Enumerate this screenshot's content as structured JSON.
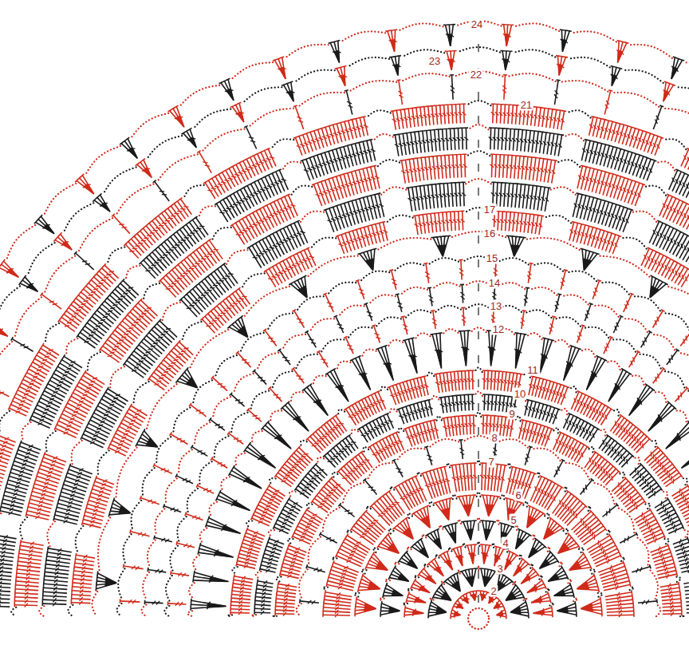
{
  "diagram": {
    "labels": [
      "24",
      "23",
      "22",
      "21",
      "17",
      "16",
      "15",
      "14",
      "13",
      "12",
      "11",
      "10",
      "9",
      "8",
      "7",
      "6",
      "5",
      "4",
      "3",
      "2"
    ]
  }
}
